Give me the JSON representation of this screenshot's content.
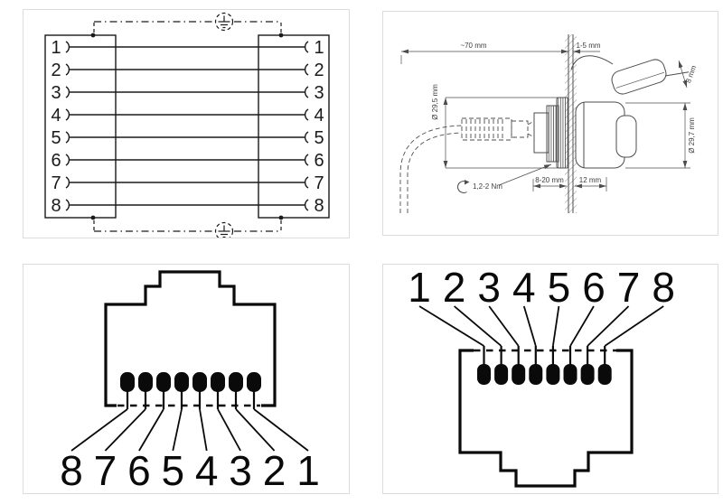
{
  "colors": {
    "background": "#ffffff",
    "panel_border": "#dcdcdc",
    "schematic_line": "#1a1a1a",
    "mechanical_line": "#4d4d4d",
    "connector_line": "#0a0a0a"
  },
  "panels": {
    "wiring_diagram": {
      "left_pins": [
        "1",
        "2",
        "3",
        "4",
        "5",
        "6",
        "7",
        "8"
      ],
      "right_pins": [
        "1",
        "2",
        "3",
        "4",
        "5",
        "6",
        "7",
        "8"
      ]
    },
    "mounting_drawing": {
      "dim_length": "~70 mm",
      "dim_wall": "1-5 mm",
      "dim_dia_front": "Ø 29,5 mm",
      "dim_dia_rear": "Ø 29,7 mm",
      "dim_thread": "8-20 mm",
      "dim_rear": "12 mm",
      "dim_torque": "1,2-2 Nm",
      "dim_cap": "8 mm"
    },
    "jack_front_view": {
      "pins": [
        "8",
        "7",
        "6",
        "5",
        "4",
        "3",
        "2",
        "1"
      ]
    },
    "plug_view": {
      "pins": [
        "1",
        "2",
        "3",
        "4",
        "5",
        "6",
        "7",
        "8"
      ]
    }
  }
}
